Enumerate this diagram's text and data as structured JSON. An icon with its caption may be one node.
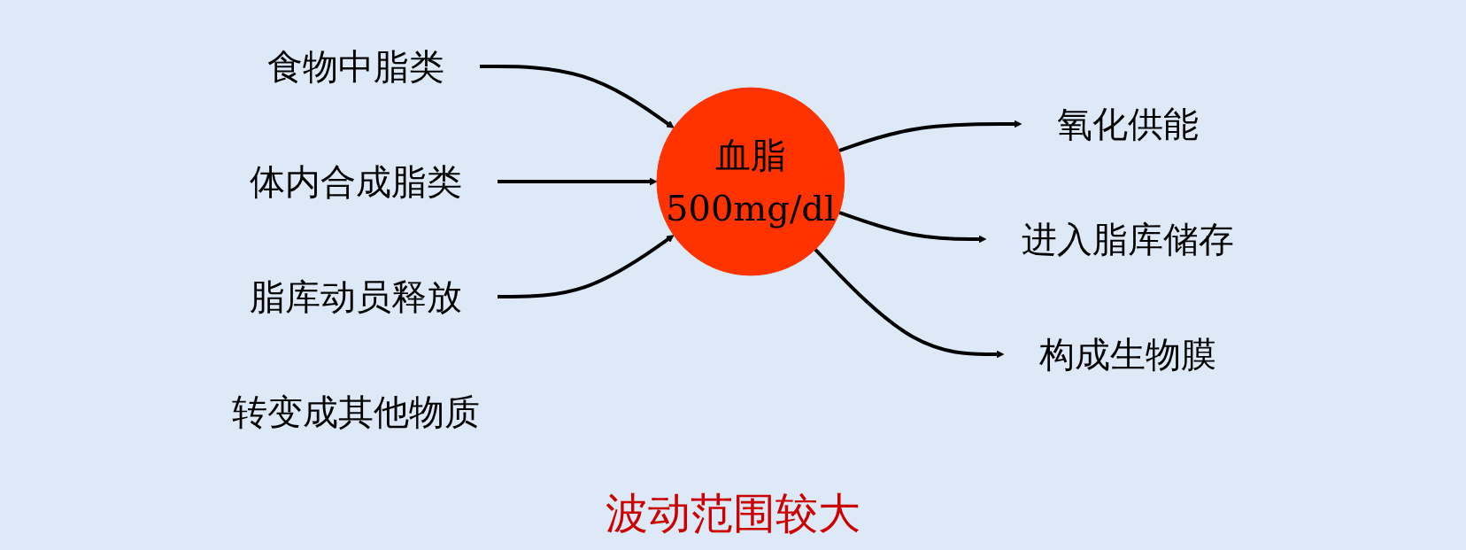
{
  "diagram": {
    "nodes": [
      {
        "text": [
          "食物中脂类"
        ]
      },
      {
        "text": [
          "体内合成脂类"
        ]
      },
      {
        "text": [
          "脂库动员释放"
        ]
      },
      {
        "text": [
          "血脂",
          "500mg/dl"
        ]
      },
      {
        "text": [
          "氧化供能"
        ]
      },
      {
        "text": [
          "进入脂库储存"
        ]
      },
      {
        "text": [
          "构成生物膜"
        ]
      },
      {
        "text": [
          "转变成其他物质"
        ]
      }
    ],
    "edges": [
      {
        "from": 0,
        "to": 3,
        "arrow": "to"
      },
      {
        "from": 1,
        "to": 3,
        "arrow": "to"
      },
      {
        "from": 2,
        "to": 3,
        "arrow": "to"
      },
      {
        "from": 3,
        "to": 4,
        "arrow": "to"
      },
      {
        "from": 3,
        "to": 5,
        "arrow": "to"
      },
      {
        "from": 3,
        "to": 6,
        "arrow": "to"
      }
    ],
    "labels": [
      "波动范围较大"
    ]
  }
}
